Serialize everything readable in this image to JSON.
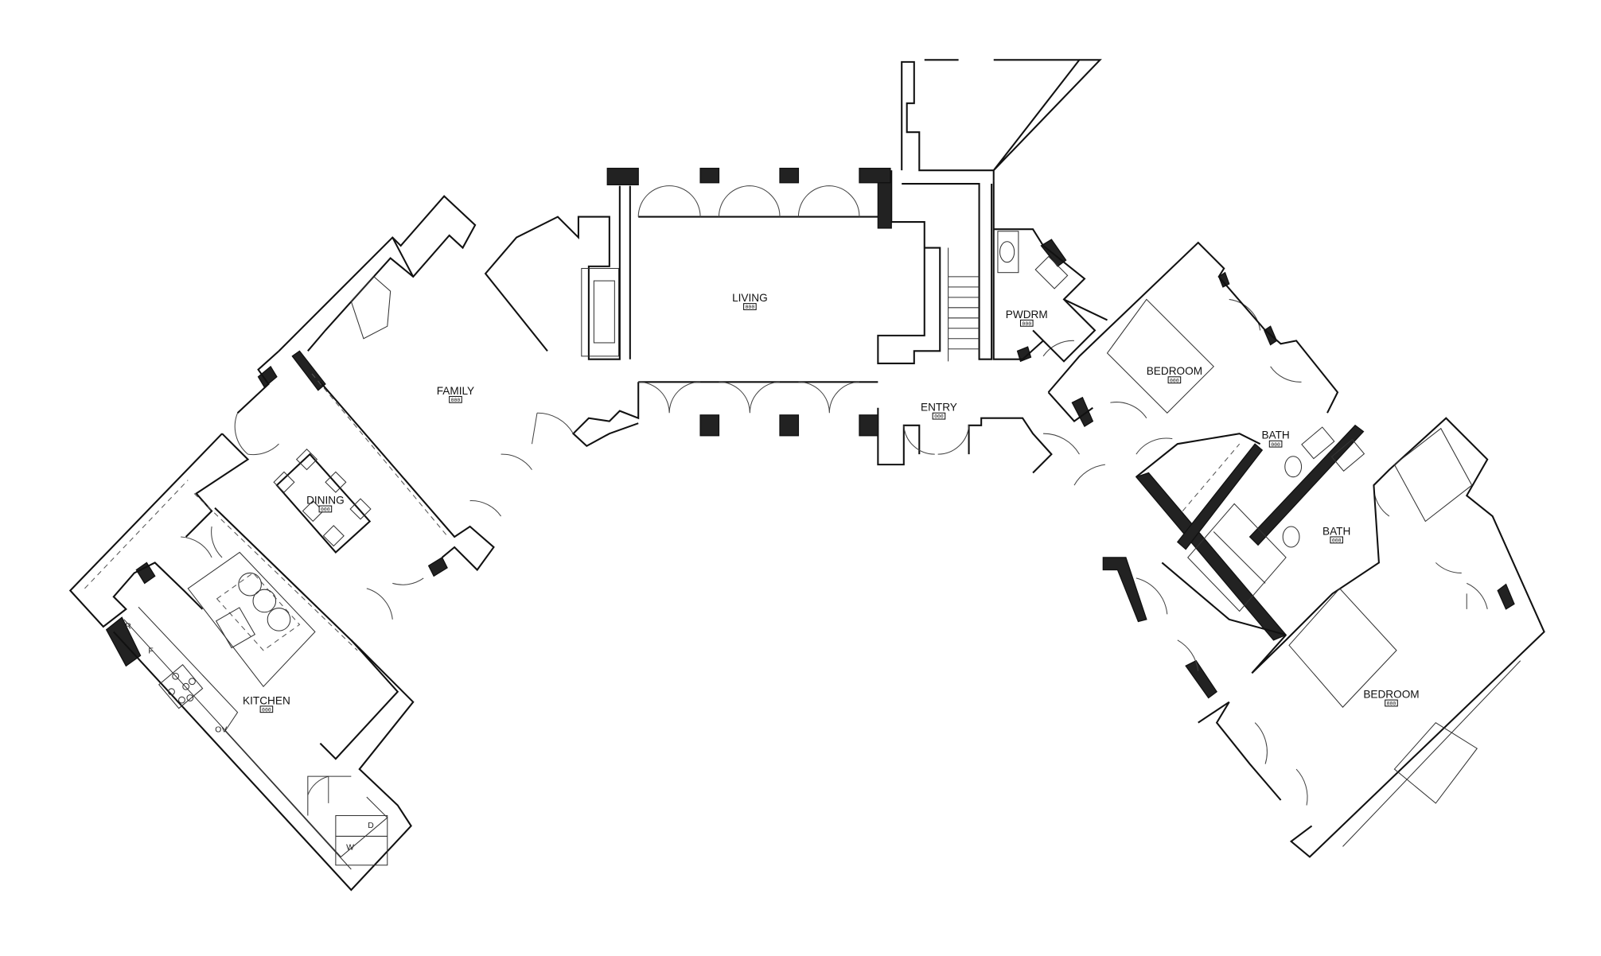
{
  "plan": {
    "rooms": [
      {
        "name": "LIVING",
        "tag": "000"
      },
      {
        "name": "FAMILY",
        "tag": "000"
      },
      {
        "name": "ENTRY",
        "tag": "000"
      },
      {
        "name": "PWDRM",
        "tag": "000"
      },
      {
        "name": "BEDROOM",
        "tag": "000"
      },
      {
        "name": "BATH",
        "tag": "000"
      },
      {
        "name": "BATH",
        "tag": "000"
      },
      {
        "name": "DINING",
        "tag": "000"
      },
      {
        "name": "KITCHEN",
        "tag": "000"
      },
      {
        "name": "BEDROOM",
        "tag": "000"
      }
    ],
    "appliances": [
      "R",
      "F",
      "OV",
      "W",
      "D"
    ]
  }
}
